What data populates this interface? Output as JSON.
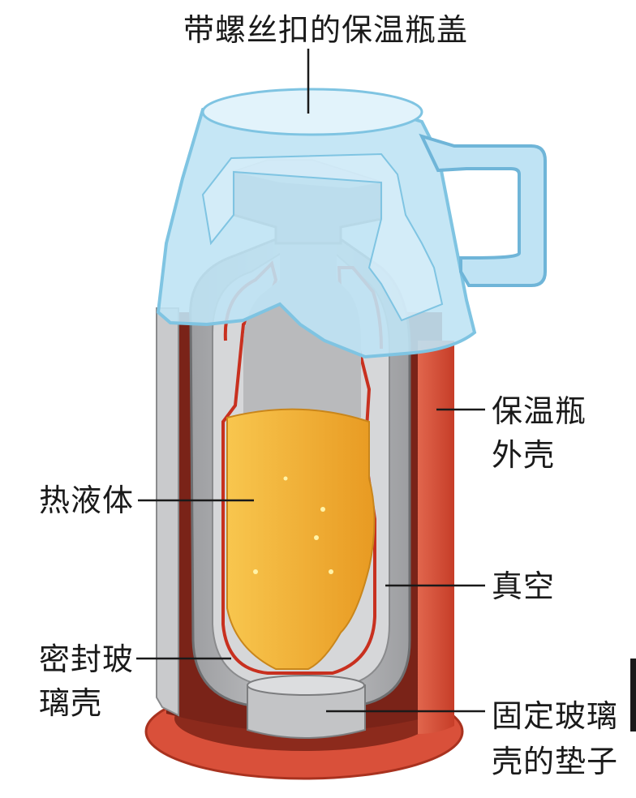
{
  "labels": {
    "lid": "带螺丝扣的保温瓶盖",
    "outer_shell_line1": "保温瓶",
    "outer_shell_line2": "外壳",
    "hot_liquid": "热液体",
    "vacuum": "真空",
    "sealed_glass_line1": "密封玻",
    "sealed_glass_line2": "璃壳",
    "pad_line1": "固定玻璃",
    "pad_line2": "壳的垫子"
  },
  "colors": {
    "lid_fill": "#bfe3f4",
    "lid_edge": "#7fc4e2",
    "outer_shell": "#d9503a",
    "outer_shell_dark": "#7a2318",
    "glass_gray": "#a9aaac",
    "glass_light": "#d6d7d9",
    "seal_line": "#c8301f",
    "liquid": "#f2b43a",
    "leader": "#1a1a1a"
  }
}
